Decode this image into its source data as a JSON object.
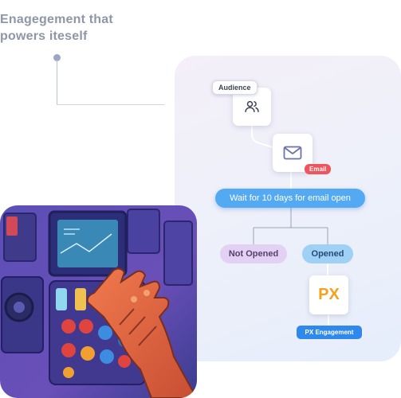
{
  "headline": "Enagegement that powers iteself",
  "flow": {
    "audience_tag": "Audience",
    "audience_icon": "users-icon",
    "email_icon": "envelope-icon",
    "email_tag": "Email",
    "wait_label": "Wait for 10 days for email open",
    "not_opened_label": "Not Opened",
    "opened_label": "Opened",
    "px_logo": "PX",
    "px_label": "PX Engagement"
  },
  "colors": {
    "email_tag": "#f0555d",
    "wait_pill": "#54a9f3",
    "not_opened_pill": "#e3d1f3",
    "opened_pill": "#9fd0f6",
    "px_logo": "#f5a11f",
    "px_pill": "#2f88ec"
  },
  "illustration": {
    "subject": "robotic hand pressing buttons on a control panel"
  }
}
